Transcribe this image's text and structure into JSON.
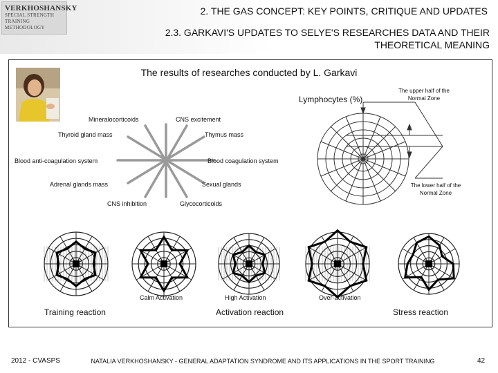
{
  "logo": {
    "line1": "VERKHOSHANSKY",
    "line2": "SPECIAL STRENGTH TRAINING",
    "line3": "METHODOLOGY"
  },
  "header": {
    "title": "2. THE GAS CONCEPT: KEY POINTS, CRITIQUE AND UPDATES",
    "subtitle": "2.3. GARKAVI'S UPDATES TO SELYE'S RESEARCHES DATA AND THEIR THEORETICAL MEANING"
  },
  "figure": {
    "title": "The results of researches conducted by L. Garkavi",
    "lymphocytes_label": "Lymphocytes (%)",
    "upper_half_label": "The upper half of the Normal Zone",
    "lower_half_label": "The lower half of the Normal Zone",
    "star_labels": {
      "mineralocorticoids": "Mineralocorticoids",
      "cns_excitement": "CNS excitement",
      "thyroid": "Thyroid gland mass",
      "thymus": "Thymus mass",
      "anticoag": "Blood anti-coagulation system",
      "coag": "Blood coagulation system",
      "adrenal": "Adrenal glands mass",
      "sexual": "Sexual glands",
      "cns_inhibition": "CNS inhibition",
      "glyco": "Glycocorticoids"
    },
    "reaction_labels": {
      "calm": "Calm Activation",
      "high": "High Activation",
      "over": "Over-activation"
    },
    "reactions": {
      "training": "Training reaction",
      "activation": "Activation reaction",
      "stress": "Stress reaction"
    }
  },
  "footer": {
    "left": "2012 - CVASPS",
    "middle": "NATALIA VERKHOSHANSKY - GENERAL ADAPTATION SYNDROME AND ITS APPLICATIONS IN THE SPORT TRAINING",
    "page": "42"
  },
  "colors": {
    "accent": "#333333",
    "star_rays": "#999999"
  }
}
